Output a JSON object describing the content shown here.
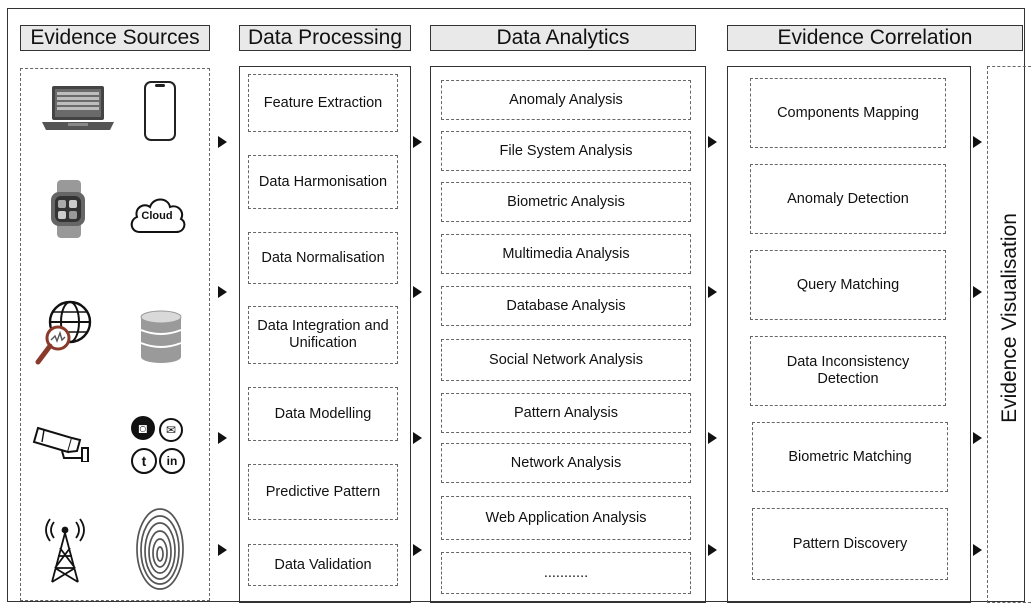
{
  "headers": {
    "sources": "Evidence Sources",
    "processing": "Data Processing",
    "analytics": "Data Analytics",
    "correlation": "Evidence Correlation"
  },
  "sources": {
    "icons": [
      "laptop-icon",
      "smartphone-icon",
      "smartwatch-icon",
      "cloud-icon",
      "web-search-icon",
      "database-icon",
      "cctv-camera-icon",
      "social-media-icon",
      "radio-tower-icon",
      "fingerprint-icon"
    ],
    "cloud_label": "Cloud",
    "social_labels": {
      "instagram": "◙",
      "email": "✉",
      "twitter": "t",
      "linkedin": "in"
    }
  },
  "processing": [
    "Feature Extraction",
    "Data Harmonisation",
    "Data Normalisation",
    "Data Integration and Unification",
    "Data Modelling",
    "Predictive Pattern",
    "Data Validation"
  ],
  "analytics": [
    "Anomaly Analysis",
    "File System Analysis",
    "Biometric Analysis",
    "Multimedia Analysis",
    "Database Analysis",
    "Social Network Analysis",
    "Pattern Analysis",
    "Network Analysis",
    "Web Application Analysis",
    "..........."
  ],
  "correlation": [
    "Components Mapping",
    "Anomaly Detection",
    "Query Matching",
    "Data Inconsistency Detection",
    "Biometric Matching",
    "Pattern Discovery"
  ],
  "visualisation": "Evidence Visualisation"
}
